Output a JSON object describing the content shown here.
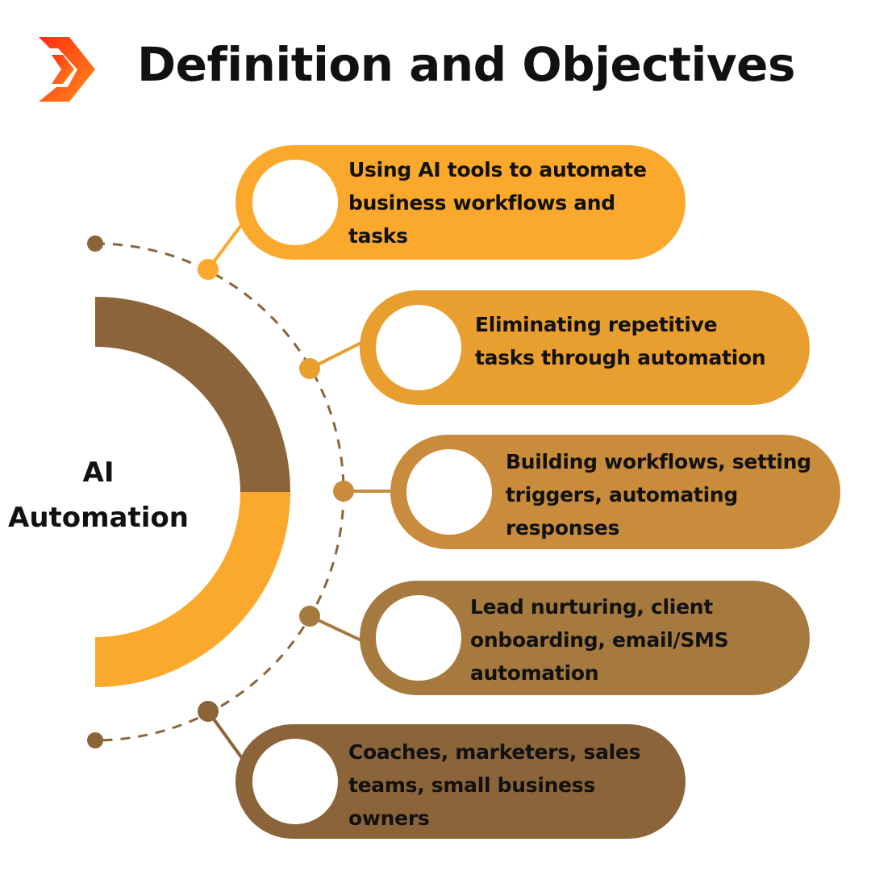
{
  "title": "Definition and Objectives",
  "logo": {
    "icon": "chevron-sigma-icon",
    "colors": [
      "#ff2d10",
      "#ff8a1c"
    ]
  },
  "center_label": [
    "AI",
    "Automation"
  ],
  "colors": {
    "arc_top": "#8b6439",
    "arc_bottom": "#fba92c",
    "dashed_line": "#8b6439",
    "circle_fill": "#ffffff"
  },
  "items": [
    {
      "text": [
        "Using AI tools to automate",
        "business workflows and",
        "tasks"
      ],
      "color": "#fba92c",
      "node_color": "#fba92c"
    },
    {
      "text": [
        "Eliminating repetitive",
        "tasks through automation"
      ],
      "color": "#e99f30",
      "node_color": "#e99f30"
    },
    {
      "text": [
        "Building workflows, setting",
        "triggers, automating",
        "responses"
      ],
      "color": "#c98c3c",
      "node_color": "#c98c3c"
    },
    {
      "text": [
        "Lead nurturing, client",
        "onboarding, email/SMS",
        "automation"
      ],
      "color": "#a67a3e",
      "node_color": "#a67a3e"
    },
    {
      "text": [
        "Coaches, marketers, sales",
        "teams, small business",
        "owners"
      ],
      "color": "#8b6439",
      "node_color": "#8b6439"
    }
  ]
}
